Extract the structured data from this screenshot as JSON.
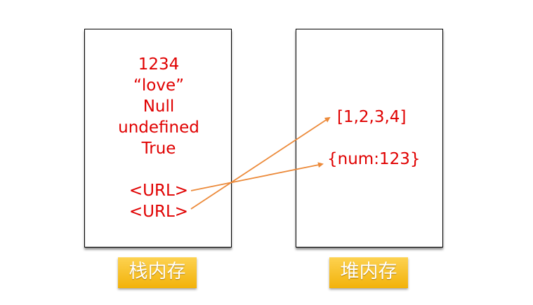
{
  "stack": {
    "title": "栈内存",
    "values": [
      "1234",
      "“love”",
      "Null",
      "undefined",
      "True"
    ],
    "refs": [
      "<URL>",
      "<URL>"
    ]
  },
  "heap": {
    "title": "堆内存",
    "objects": [
      "[1,2,3,4]",
      "{num:123}"
    ]
  },
  "colors": {
    "value_text": "#e00000",
    "arrow": "#ec8a3a",
    "label_bg": "#f7c52c"
  }
}
